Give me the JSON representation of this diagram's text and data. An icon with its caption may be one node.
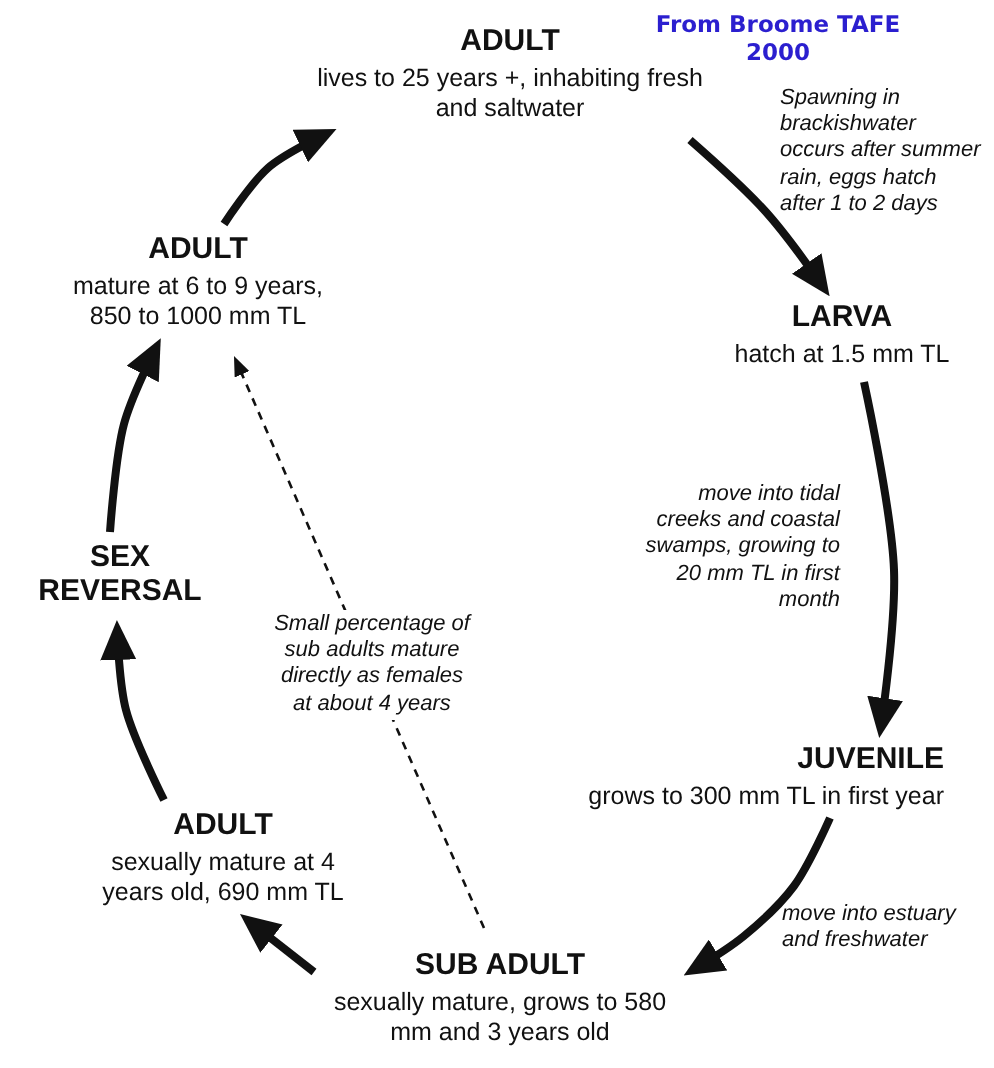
{
  "diagram": {
    "nodes": [
      {
        "text": [
          "ADULT",
          "lives to 25 years +, inhabiting fresh and saltwater"
        ]
      },
      {
        "text": [
          "LARVA",
          "hatch at 1.5 mm TL"
        ]
      },
      {
        "text": [
          "JUVENILE",
          "grows to 300 mm TL in first year"
        ]
      },
      {
        "text": [
          "SUB ADULT",
          "sexually mature, grows to 580 mm and 3 years old"
        ]
      },
      {
        "text": [
          "ADULT",
          "sexually mature at 4 years old, 690 mm TL"
        ]
      },
      {
        "text": [
          "SEX REVERSAL"
        ]
      },
      {
        "text": [
          "ADULT",
          "mature at 6 to 9 years, 850 to 1000 mm TL"
        ]
      }
    ],
    "edges": [
      {
        "from": 0,
        "to": 1,
        "arrow": "to",
        "label": "Spawning in brackishwater occurs after summer rain, eggs hatch after 1 to 2 days"
      },
      {
        "from": 1,
        "to": 2,
        "arrow": "to",
        "label": "move into tidal creeks and coastal swamps, growing to 20 mm TL in first month"
      },
      {
        "from": 2,
        "to": 3,
        "arrow": "to",
        "label": "move into estuary and freshwater"
      },
      {
        "from": 3,
        "to": 4,
        "arrow": "to"
      },
      {
        "from": 4,
        "to": 5,
        "arrow": "to"
      },
      {
        "from": 5,
        "to": 6,
        "arrow": "to"
      },
      {
        "from": 6,
        "to": 0,
        "arrow": "to"
      },
      {
        "from": 3,
        "to": 6,
        "arrow": "to",
        "style": "dashed",
        "label": "Small percentage of sub adults mature directly as females at about 4 years"
      }
    ],
    "labels": [
      "From Broome TAFE 2000"
    ]
  }
}
